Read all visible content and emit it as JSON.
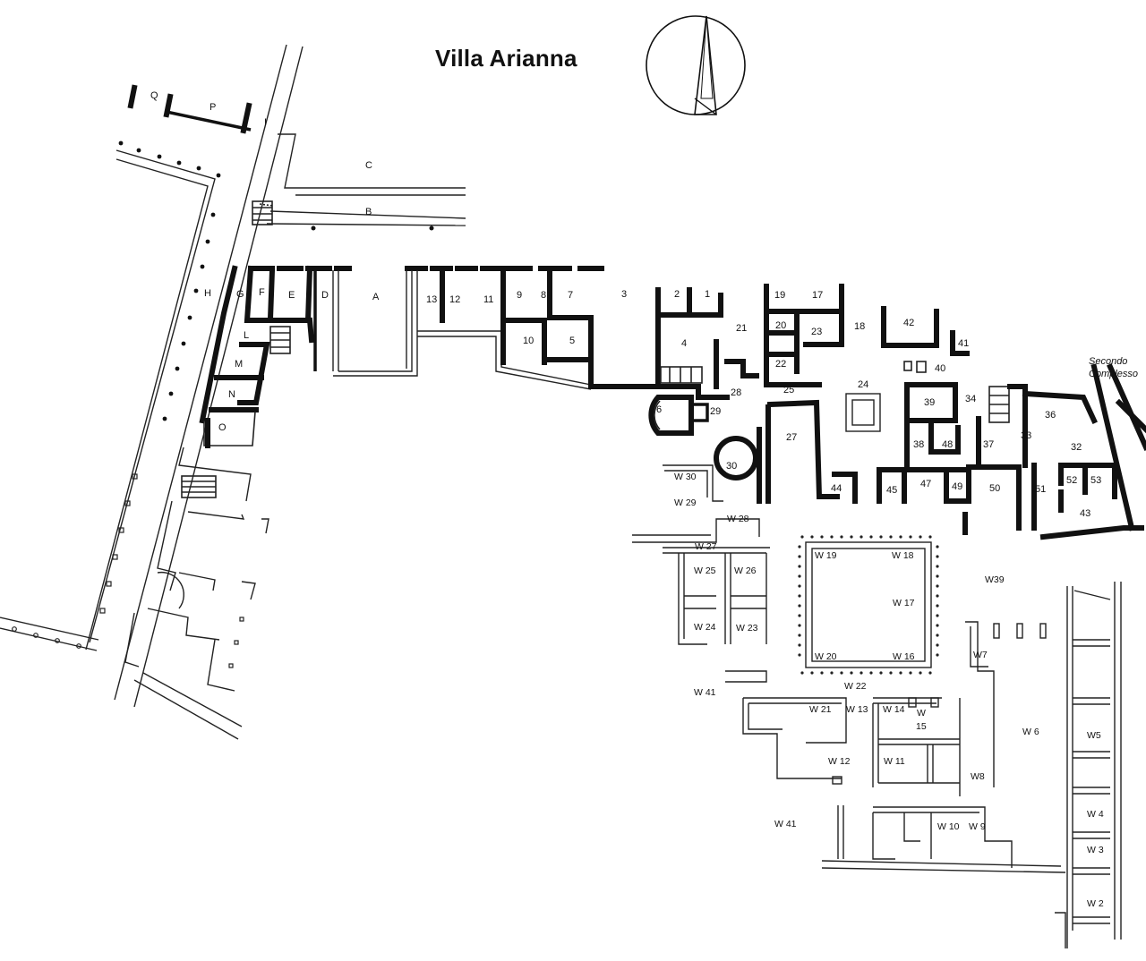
{
  "title": "Villa Arianna",
  "note": {
    "line1": "Secondo",
    "line2": "Complesso"
  },
  "room_labels": {
    "letters": [
      "A",
      "B",
      "C",
      "D",
      "E",
      "F",
      "G",
      "H",
      "I",
      "L",
      "M",
      "N",
      "O",
      "P",
      "Q"
    ],
    "numbers": [
      "1",
      "2",
      "3",
      "4",
      "5",
      "6",
      "7",
      "8",
      "9",
      "10",
      "11",
      "12",
      "13",
      "17",
      "18",
      "19",
      "20",
      "21",
      "22",
      "23",
      "24",
      "25",
      "27",
      "28",
      "29",
      "30",
      "32",
      "33",
      "34",
      "36",
      "37",
      "38",
      "39",
      "40",
      "41",
      "42",
      "43",
      "44",
      "45",
      "47",
      "48",
      "49",
      "50",
      "51",
      "52",
      "53"
    ],
    "w_rooms": [
      "W 2",
      "W 3",
      "W 4",
      "W5",
      "W 6",
      "W7",
      "W8",
      "W 9",
      "W 10",
      "W 11",
      "W 12",
      "W 13",
      "W 14",
      "W",
      "15",
      "W 16",
      "W 17",
      "W 18",
      "W 19",
      "W 20",
      "W 21",
      "W 22",
      "W 23",
      "W 24",
      "W 25",
      "W 26",
      "W 27",
      "W 28",
      "W 29",
      "W 30",
      "W39",
      "W 41",
      "W 41"
    ]
  },
  "icons": {
    "compass": "north-arrow-icon"
  }
}
